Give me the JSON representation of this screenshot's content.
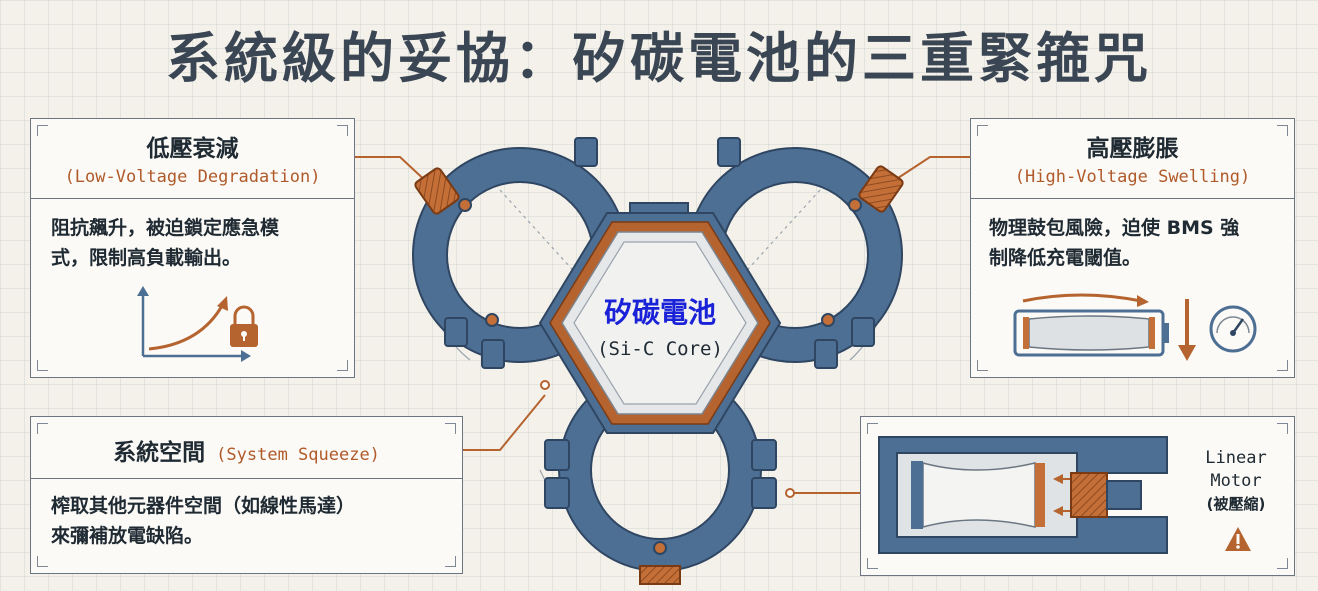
{
  "title": "系統級的妥協：矽碳電池的三重緊箍咒",
  "center": {
    "label_zh": "矽碳電池",
    "label_en": "(Si-C Core)"
  },
  "low_voltage": {
    "title_zh": "低壓衰減",
    "title_en": "(Low-Voltage Degradation)",
    "line1": "阻抗飆升，被迫鎖定應急模",
    "line2": "式，限制高負載輸出。"
  },
  "high_voltage": {
    "title_zh": "高壓膨脹",
    "title_en": "(High-Voltage Swelling)",
    "line1": "物理鼓包風險，迫使 BMS 強",
    "line2": "制降低充電閾值。"
  },
  "system_squeeze": {
    "title_zh": "系統空間",
    "title_en": "(System Squeeze)",
    "line1": "榨取其他元器件空間（如線性馬達）",
    "line2": "來彌補放電缺陷。"
  },
  "motor": {
    "line1": "Linear",
    "line2": "Motor",
    "line3": "(被壓縮)"
  },
  "colors": {
    "ring": "#4e6f94",
    "ring_dark": "#2f4662",
    "copper": "#b5632f",
    "title": "#3a4653",
    "center_text": "#1a22d8"
  },
  "icons": [
    "rising-curve-icon",
    "padlock-icon",
    "swelling-battery-icon",
    "down-arrow-icon",
    "gauge-icon",
    "warning-icon",
    "lock-icon"
  ]
}
